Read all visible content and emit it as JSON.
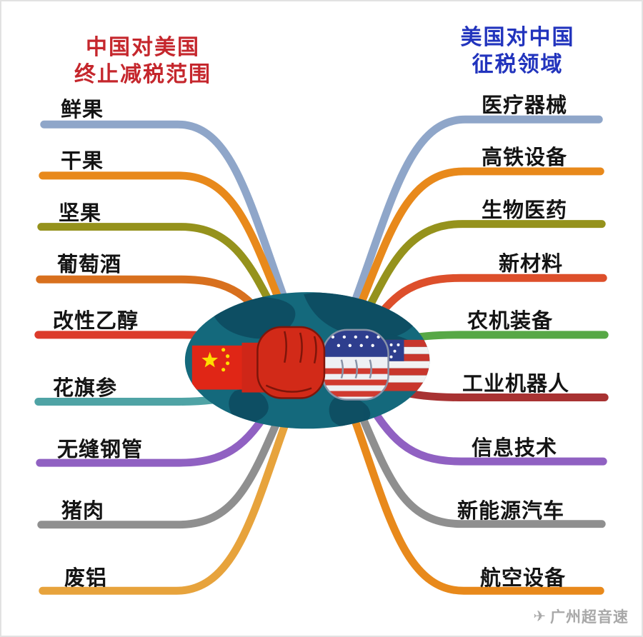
{
  "titles": {
    "left": {
      "line1": "中国对美国",
      "line2": "终止减税范围",
      "color": "#c5272d"
    },
    "right": {
      "line1": "美国对中国",
      "line2": "征税领域",
      "color": "#2234bd"
    }
  },
  "left": {
    "items": [
      {
        "label": "鲜果",
        "color": "#8fa6c9"
      },
      {
        "label": "干果",
        "color": "#e8891b"
      },
      {
        "label": "坚果",
        "color": "#95921c"
      },
      {
        "label": "葡萄酒",
        "color": "#d8701e"
      },
      {
        "label": "改性乙醇",
        "color": "#dc3b2b"
      },
      {
        "label": "花旗参",
        "color": "#4fa3a5"
      },
      {
        "label": "无缝钢管",
        "color": "#9061c2"
      },
      {
        "label": "猪肉",
        "color": "#8f8f8f"
      },
      {
        "label": "废铝",
        "color": "#e7a33c"
      }
    ]
  },
  "right": {
    "items": [
      {
        "label": "医疗器械",
        "color": "#8fa6c9"
      },
      {
        "label": "高铁设备",
        "color": "#e8891b"
      },
      {
        "label": "生物医药",
        "color": "#95921c"
      },
      {
        "label": "新材料",
        "color": "#dd4f2b"
      },
      {
        "label": "农机装备",
        "color": "#57a846"
      },
      {
        "label": "工业机器人",
        "color": "#a83232"
      },
      {
        "label": "信息技术",
        "color": "#9061c2"
      },
      {
        "label": "新能源汽车",
        "color": "#8f8f8f"
      },
      {
        "label": "航空设备",
        "color": "#e8891b"
      }
    ]
  },
  "watermark": {
    "icon": "✈",
    "text": "广州超音速"
  },
  "icons": {
    "center_left_fist": "china-fist",
    "center_right_fist": "usa-fist",
    "center_background": "world-map",
    "watermark_plane": "plane-icon"
  }
}
